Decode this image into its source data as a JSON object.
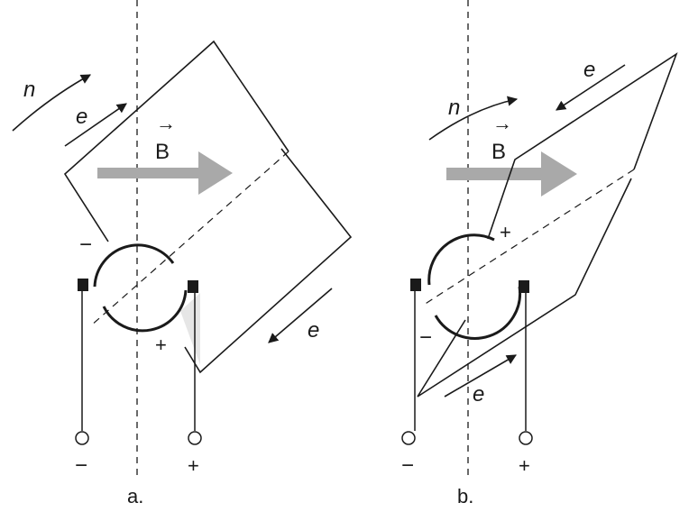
{
  "colors": {
    "ink": "#1a1a1a",
    "field_arrow": "#a9a9a9",
    "shade": "#dcdcdc"
  },
  "panels": [
    {
      "id": "a",
      "caption": "a.",
      "rotation_label": "n",
      "field_label": "B",
      "field_vector_mark": "→",
      "emf_label_top": "e",
      "emf_label_bottom": "e",
      "commutator_upper_sign": "−",
      "commutator_lower_sign": "+",
      "terminal_left_sign": "−",
      "terminal_right_sign": "+"
    },
    {
      "id": "b",
      "caption": "b.",
      "rotation_label": "n",
      "field_label": "B",
      "field_vector_mark": "→",
      "emf_label_top": "e",
      "emf_label_bottom": "e",
      "commutator_upper_sign": "+",
      "commutator_lower_sign": "−",
      "terminal_left_sign": "−",
      "terminal_right_sign": "+"
    }
  ]
}
